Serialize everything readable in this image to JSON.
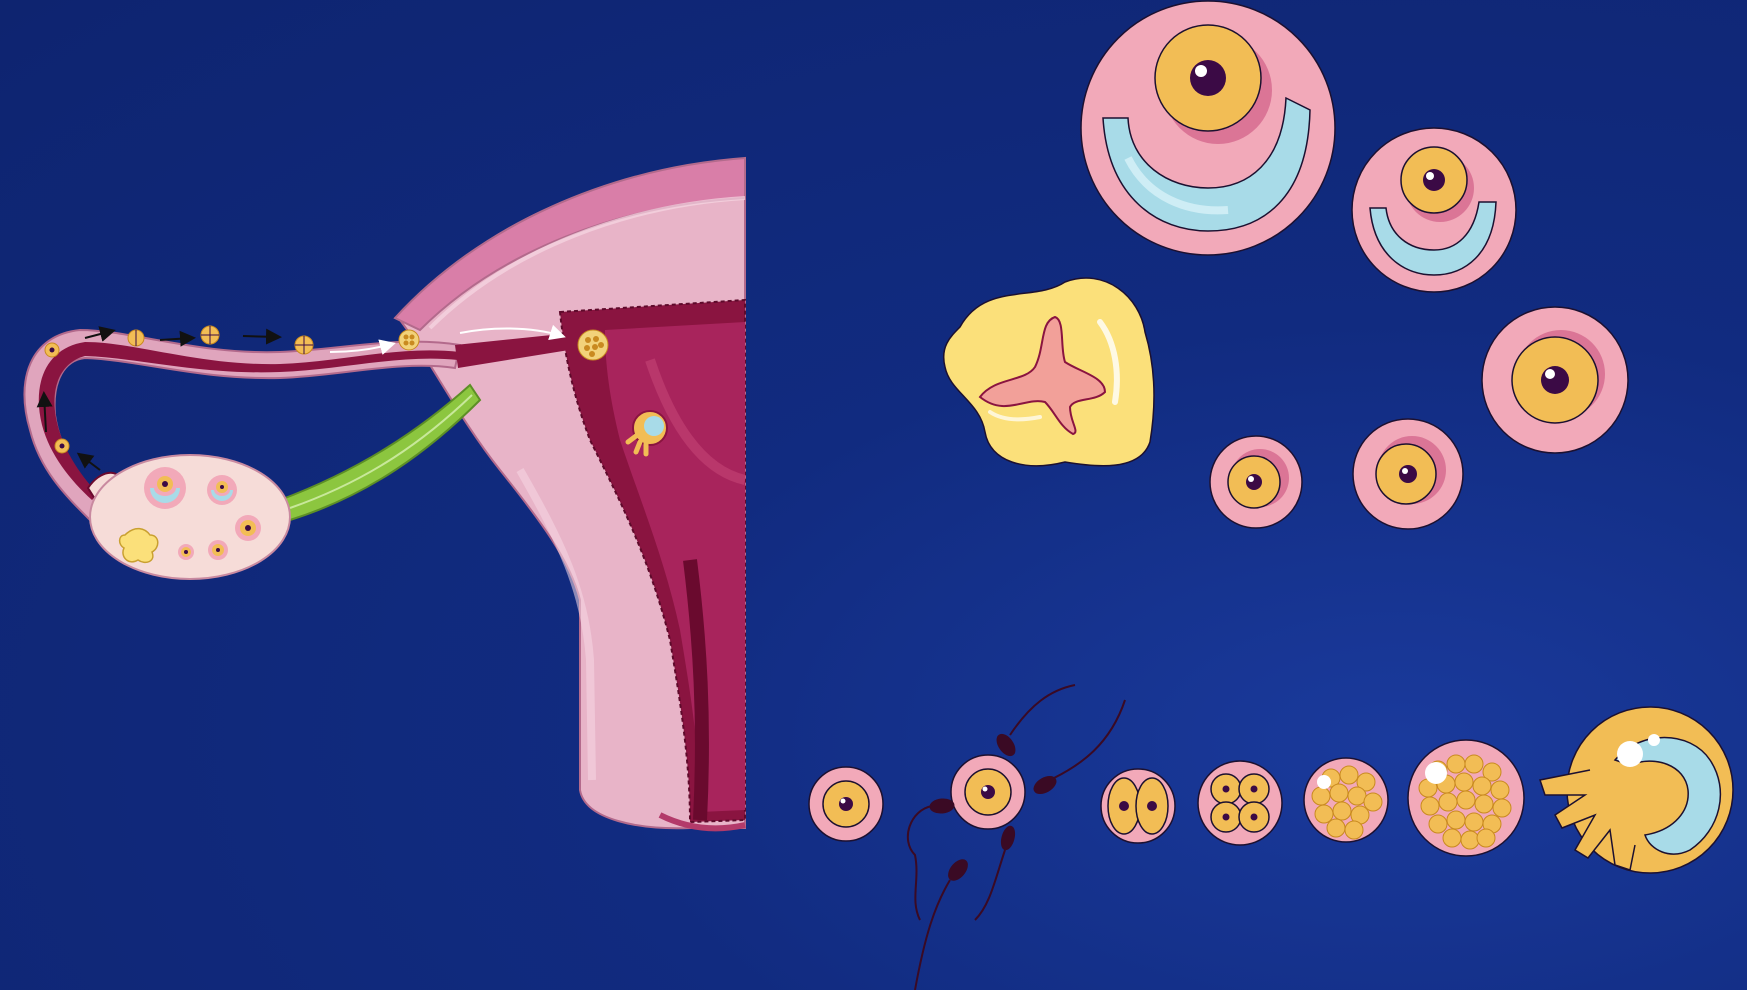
{
  "diagram": {
    "colors": {
      "background": "#0f2775",
      "uterus_outer": "#e8b4c8",
      "uterus_fold": "#d97ea8",
      "uterine_cavity": "#7a0c3a",
      "endometrium": "#a8245c",
      "tube_wall": "#e0a5bd",
      "tube_lumen": "#8a1440",
      "ligament": "#8cc63f",
      "ovary": "#f6dcd8",
      "follicle_pink": "#f2a9b9",
      "oocyte_yellow": "#f2bd55",
      "nucleus": "#3b0a45",
      "antrum_blue": "#a8dbe8",
      "corpus_luteum": "#fbe07a",
      "sperm": "#3a0a24"
    },
    "folliculogenesis_stages": [
      "primordial-follicle",
      "primary-follicle",
      "secondary-follicle",
      "early-antral-follicle",
      "mature-graafian-follicle",
      "corpus-luteum"
    ],
    "fertilization_stages": [
      "oocyte",
      "fertilization",
      "two-cell",
      "four-cell",
      "morula",
      "late-morula",
      "implanting-blastocyst"
    ]
  }
}
